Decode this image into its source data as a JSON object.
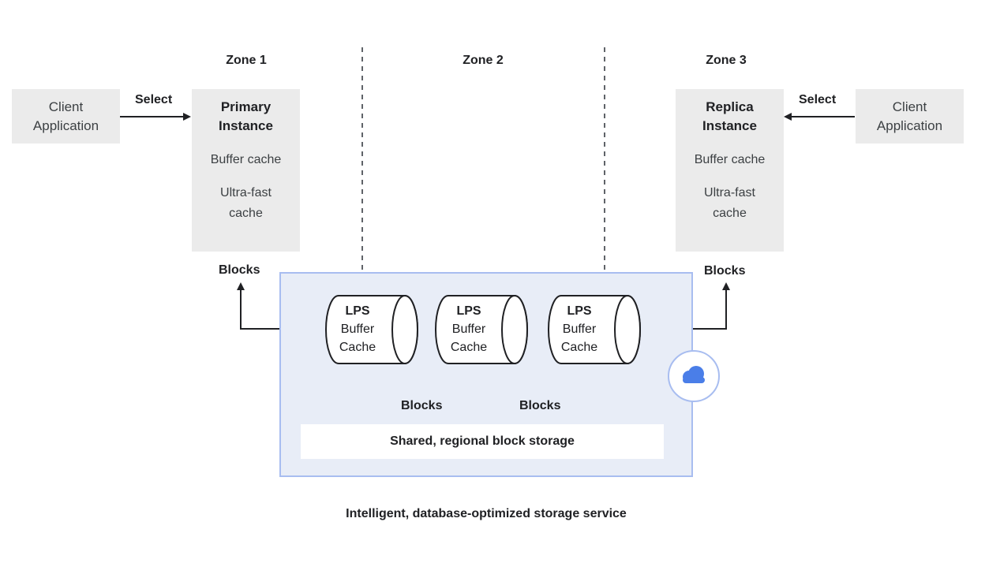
{
  "zones": {
    "zone1": "Zone 1",
    "zone2": "Zone 2",
    "zone3": "Zone 3"
  },
  "left": {
    "client_line1": "Client",
    "client_line2": "Application",
    "select_label": "Select",
    "instance_title1": "Primary",
    "instance_title2": "Instance",
    "buffer_cache": "Buffer cache",
    "ultra_line1": "Ultra-fast",
    "ultra_line2": "cache",
    "blocks_label": "Blocks"
  },
  "right": {
    "client_line1": "Client",
    "client_line2": "Application",
    "select_label": "Select",
    "instance_title1": "Replica",
    "instance_title2": "Instance",
    "buffer_cache": "Buffer cache",
    "ultra_line1": "Ultra-fast",
    "ultra_line2": "cache",
    "blocks_label": "Blocks"
  },
  "lps_caches": [
    {
      "title": "LPS",
      "line2": "Buffer",
      "line3": "Cache"
    },
    {
      "title": "LPS",
      "line2": "Buffer",
      "line3": "Cache"
    },
    {
      "title": "LPS",
      "line2": "Buffer",
      "line3": "Cache"
    }
  ],
  "storage": {
    "blocks_left": "Blocks",
    "blocks_right": "Blocks",
    "shared_storage": "Shared, regional block storage"
  },
  "caption": "Intelligent, database-optimized storage service",
  "colors": {
    "panel_fill": "#e8edf7",
    "panel_border": "#a8bdf0",
    "cloud_blue": "#4a7ee8",
    "gray_box": "#ebebeb"
  },
  "icons": {
    "cloud": "cloud-icon"
  }
}
